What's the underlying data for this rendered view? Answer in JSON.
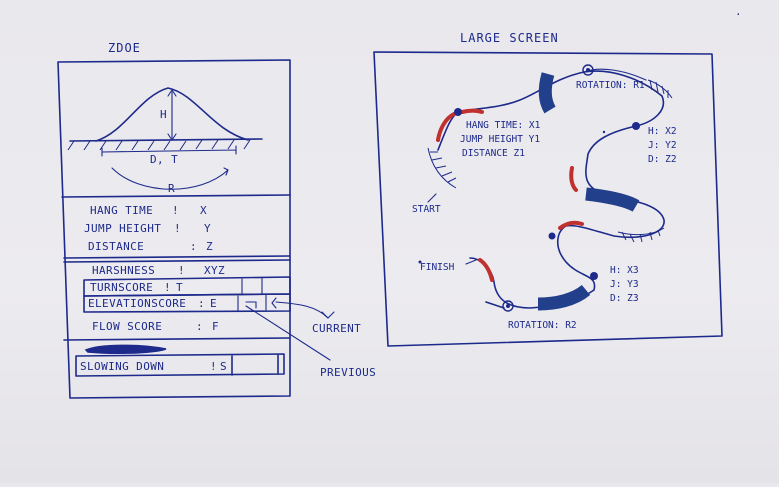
{
  "left_panel": {
    "title": "ZDOE",
    "diagram": {
      "h_label": "H",
      "dt_label": "D, T",
      "r_label": "R"
    },
    "stats": [
      {
        "label": "HANG TIME",
        "value": "X"
      },
      {
        "label": "JUMP HEIGHT",
        "value": "Y"
      },
      {
        "label": "DISTANCE",
        "value": "Z"
      }
    ],
    "harshness": {
      "label": "HARSHNESS",
      "value": "XYZ"
    },
    "turn_score": {
      "label": "TURNSCORE",
      "value": "T"
    },
    "elevation_score": {
      "label": "ELEVATIONSCORE",
      "value": "E"
    },
    "flow_score": {
      "label": "FLOW SCORE",
      "value": "F"
    },
    "slowing_down": {
      "label": "SLOWING DOWN",
      "value": "S"
    },
    "annotations": {
      "current": "CURRENT",
      "previous": "PREVIOUS"
    }
  },
  "right_panel": {
    "title": "LARGE SCREEN",
    "start_label": "START",
    "finish_label": "FINISH",
    "rotation_1": "ROTATION: R1",
    "rotation_2": "ROTATION: R2",
    "jump_1": {
      "hang": "HANG TIME: X1",
      "jump": "JUMP HEIGHT Y1",
      "dist": "DISTANCE Z1"
    },
    "jump_2": {
      "h": "H: X2",
      "j": "J: Y2",
      "d": "D: Z2"
    },
    "jump_3": {
      "h": "H: X3",
      "j": "J: Y3",
      "d": "D: Z3"
    }
  }
}
